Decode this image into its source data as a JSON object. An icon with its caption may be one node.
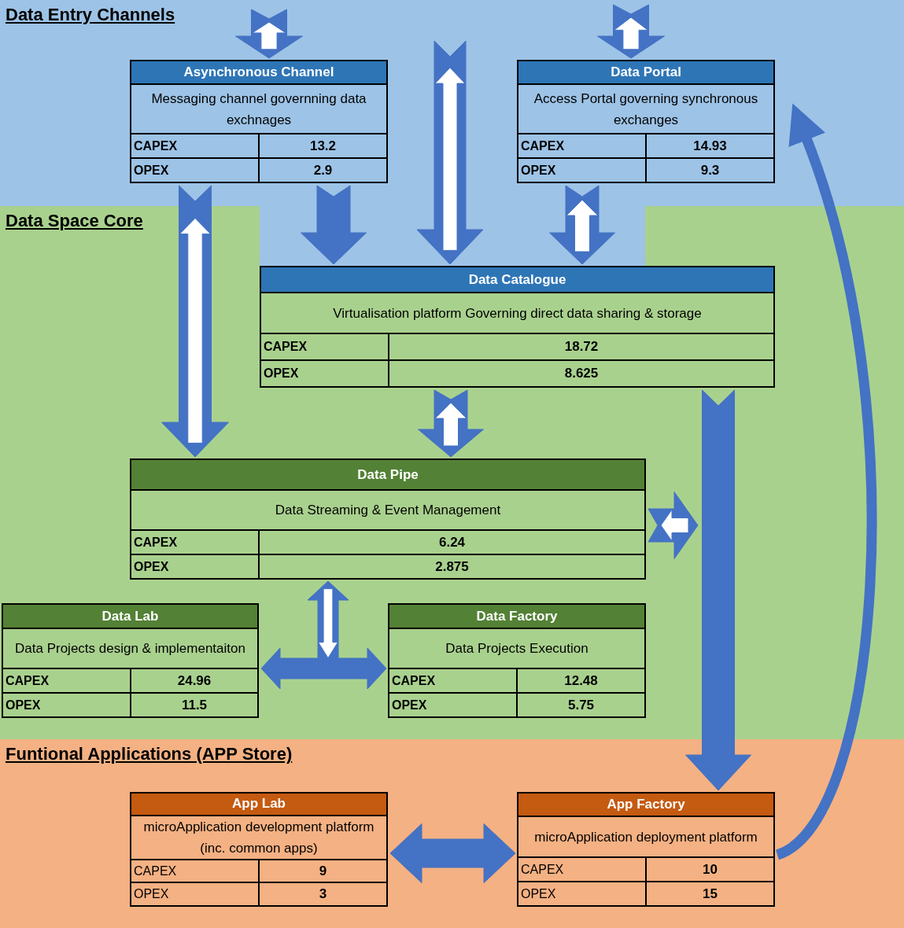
{
  "diagram": {
    "nodes": [
      {
        "text": [
          "Data Entry Channels"
        ]
      },
      {
        "text": [
          "Asynchronous Channel",
          "Messaging channel governning data exchnages",
          "CAPEX",
          "13.2",
          "OPEX",
          "2.9"
        ],
        "in": 0
      },
      {
        "text": [
          "Data Portal",
          "Access Portal governing synchronous exchanges",
          "CAPEX",
          "14.93",
          "OPEX",
          "9.3"
        ],
        "in": 0
      },
      {
        "text": [
          "Data Space Core"
        ]
      },
      {
        "text": [
          "Data Catalogue",
          "Virtualisation platform Governing direct data sharing & storage",
          "CAPEX",
          "18.72",
          "OPEX",
          "8.625"
        ],
        "in": 3
      },
      {
        "text": [
          "Data Pipe",
          "Data Streaming & Event Management",
          "CAPEX",
          "6.24",
          "OPEX",
          "2.875"
        ],
        "in": 3
      },
      {
        "text": [
          "Data Lab",
          "Data Projects design & implementaiton",
          "CAPEX",
          "24.96",
          "OPEX",
          "11.5"
        ],
        "in": 3
      },
      {
        "text": [
          "Data Factory",
          "Data Projects Execution",
          "CAPEX",
          "12.48",
          "OPEX",
          "5.75"
        ],
        "in": 3
      },
      {
        "text": [
          "Funtional Applications (APP Store)"
        ]
      },
      {
        "text": [
          "App Lab",
          "microApplication development platform (inc. common apps)",
          "CAPEX",
          "9",
          "OPEX",
          "3"
        ],
        "in": 8
      },
      {
        "text": [
          "App Factory",
          "microApplication deployment platform",
          "CAPEX",
          "10",
          "OPEX",
          "15"
        ],
        "in": 8
      }
    ],
    "edges": [
      {
        "from": null,
        "to": 1,
        "arrow": "to"
      },
      {
        "from": null,
        "to": 2,
        "arrow": "to"
      },
      {
        "from": 0,
        "to": 4,
        "arrow": "to"
      },
      {
        "from": 1,
        "to": 4,
        "arrow": "to"
      },
      {
        "from": 2,
        "to": 4,
        "arrow": "to"
      },
      {
        "from": 1,
        "to": 5,
        "arrow": "to"
      },
      {
        "from": 4,
        "to": 5,
        "arrow": "to"
      },
      {
        "from": 4,
        "to": 10,
        "arrow": "to"
      },
      {
        "from": 5,
        "to": null,
        "arrow": "to"
      },
      {
        "from": 6,
        "to": 7,
        "arrow": "both"
      },
      {
        "from": null,
        "to": 5,
        "arrow": "to"
      },
      {
        "from": 9,
        "to": 10,
        "arrow": "both"
      },
      {
        "from": 10,
        "to": 2,
        "arrow": "to"
      }
    ]
  }
}
